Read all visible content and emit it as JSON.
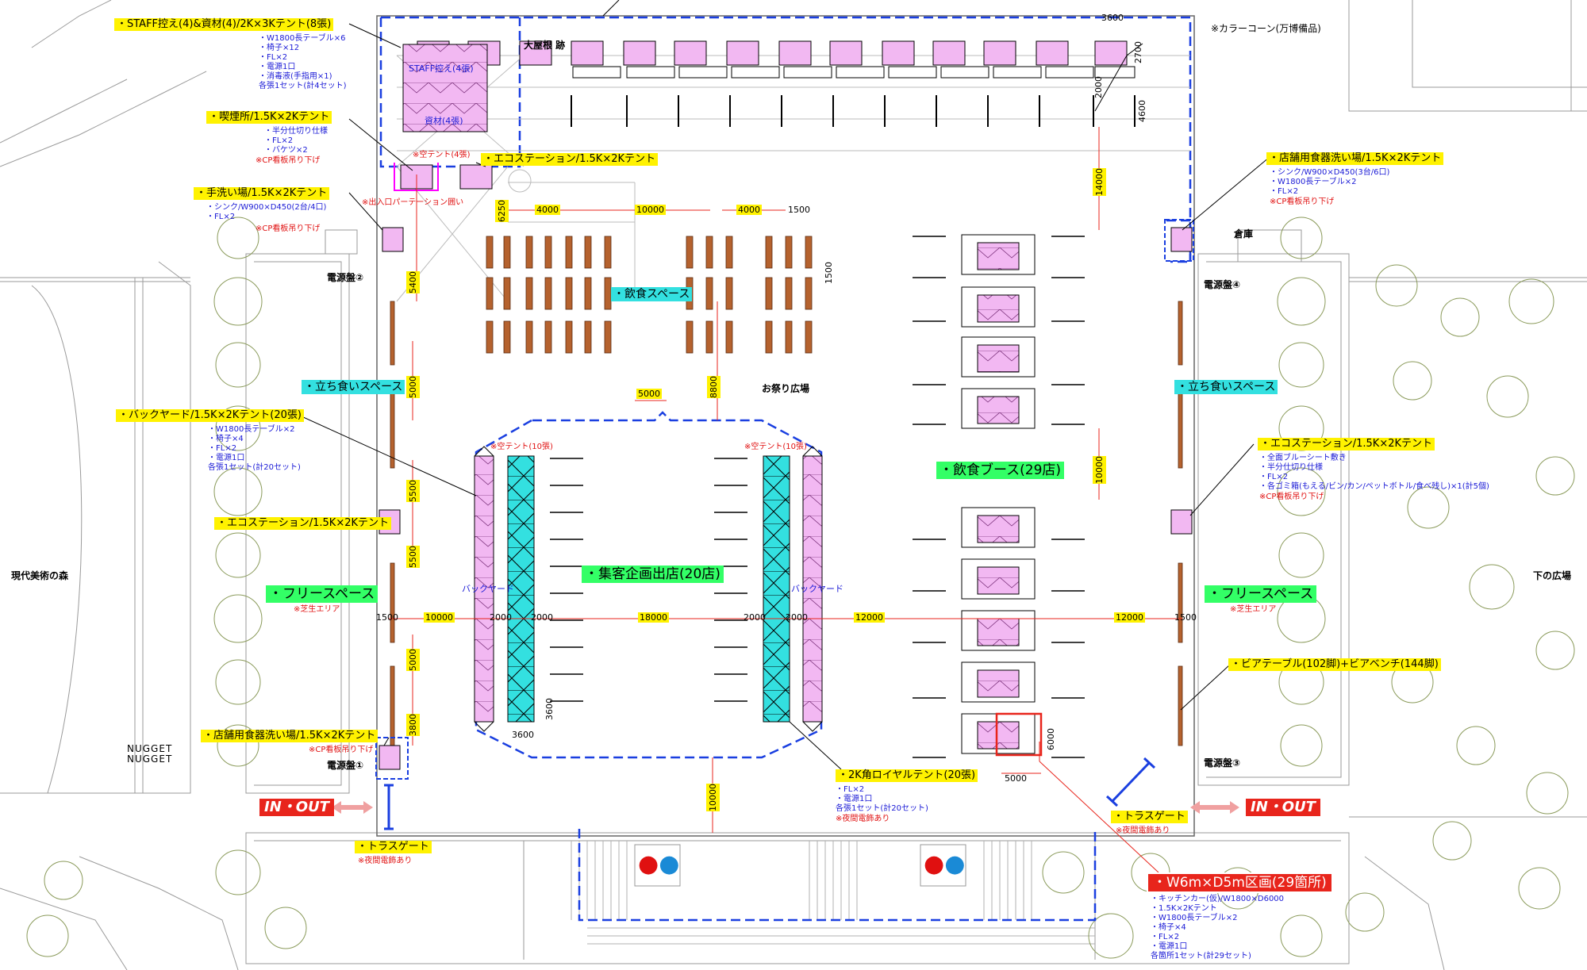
{
  "labels": {
    "staff": "・STAFF控え(4)&資材(4)/2K×3Kテント(8張)",
    "smoking": "・喫煙所/1.5K×2Kテント",
    "eco_top": "・エコステーション/1.5K×2Kテント",
    "handwash": "・手洗い場/1.5K×2Kテント",
    "backyard": "・バックヤード/1.5K×2Kテント(20張)",
    "eco_left": "・エコステーション/1.5K×2Kテント",
    "shop_wash_left": "・店舗用食器洗い場/1.5K×2Kテント",
    "shop_wash_right": "・店舗用食器洗い場/1.5K×2Kテント",
    "eco_right": "・エコステーション/1.5K×2Kテント",
    "beer": "・ビアテーブル(102脚)+ビアベンチ(144脚)",
    "royal": "・2K角ロイヤルテント(20張)",
    "truss_left": "・トラスゲート",
    "truss_right": "・トラスゲート"
  },
  "cyan_labels": {
    "eating_space": "・飲食スペース",
    "standing_left": "・立ち食いスペース",
    "standing_right": "・立ち食いスペース"
  },
  "green_labels": {
    "booth": "・飲食ブース(29店)",
    "attract": "・集客企画出店(20店)",
    "free_left": "・フリースペース",
    "free_right": "・フリースペース"
  },
  "red_labels": {
    "in_out_left": "IN・OUT",
    "in_out_right": "IN・OUT",
    "zone": "・W6m×D5m区画(29箇所)"
  },
  "notes": {
    "staff": [
      "・W1800長テーブル×6",
      "・椅子×12",
      "・FL×2",
      "・電源1口",
      "・消毒液(手指用×1)",
      "各張1セット(計4セット)"
    ],
    "smoking": [
      "・半分仕切り仕様",
      "・FL×2",
      "・バケツ×2"
    ],
    "smoking_red": "※CP看板吊り下げ",
    "handwash": [
      "・シンク/W900×D450(2台/4口)",
      "・FL×2"
    ],
    "handwash_red": "※CP看板吊り下げ",
    "backyard": [
      "・W1800長テーブル×2",
      "・椅子×4",
      "・FL×2",
      "・電源1口",
      "各張1セット(計20セット)"
    ],
    "shop_wash_left_red": "※CP看板吊り下げ",
    "shop_wash_right": [
      "・シンク/W900×D450(3台/6口)",
      "・W1800長テーブル×2",
      "・FL×2"
    ],
    "shop_wash_right_red": "※CP看板吊り下げ",
    "eco_right": [
      "・全面ブルーシート敷き",
      "・半分仕切り仕様",
      "・FL×2",
      "・各ゴミ箱(もえる/ビン/カン/ペットボトル/食べ残し)×1(計5個)"
    ],
    "eco_right_red": "※CP看板吊り下げ",
    "royal": [
      "・FL×2",
      "・電源1口",
      "各張1セット(計20セット)"
    ],
    "royal_red": "※夜間電飾あり",
    "zone": [
      "・キッチンカー(仮)/W1800×D6000",
      "・1.5K×2Kテント",
      "・W1800長テーブル×2",
      "・椅子×4",
      "・FL×2",
      "・電源1口",
      "各箇所1セット(計29セット)"
    ],
    "truss_left_red": "※夜間電飾あり",
    "truss_right_red": "※夜間電飾あり",
    "free_left_red": "※芝生エリア",
    "free_right_red": "※芝生エリア",
    "entrance_red": "※出入口パーテーション囲い",
    "empty_tent_top": "※空テント(4張)",
    "empty_tent_left": "※空テント(10張)",
    "empty_tent_right": "※空テント(10張)",
    "color_cone": "※カラーコーン(万博備品)"
  },
  "texts": {
    "roof": "大屋根 跡",
    "staff_tent": "STAFF控え(4張)",
    "material_tent": "資材(4張)",
    "festival": "お祭り広場",
    "warehouse": "倉庫",
    "power2": "電源盤②",
    "power4": "電源盤④",
    "power1": "電源盤①",
    "power3": "電源盤③",
    "backyard_left": "バックヤード",
    "backyard_right": "バックヤード",
    "forest": "現代美術の森",
    "lower_plaza": "下の広場",
    "nugget1": "NUGGET",
    "nugget2": "NUGGET"
  },
  "dims": {
    "d3600_top": "3600",
    "d2700": "2700",
    "d2000": "2000",
    "d4600": "4600",
    "d14000": "14000",
    "d6250": "6250",
    "d4000a": "4000",
    "d10000_top": "10000",
    "d4000b": "4000",
    "d1500_top": "1500",
    "d1500_v": "1500",
    "d5400": "5400",
    "d5000_left": "5000",
    "d8800": "8800",
    "d5000_top": "5000",
    "d10000_right": "10000",
    "d5500a": "5500",
    "d5500b": "5500",
    "d5000_left2": "5000",
    "d3800": "3800",
    "d1500_left": "1500",
    "d10000_left": "10000",
    "d2000a": "2000",
    "d2000b": "2000",
    "d18000": "18000",
    "d2000c": "2000",
    "d2000d": "2000",
    "d12000a": "12000",
    "d12000b": "12000",
    "d1500_right": "1500",
    "d3600_bot": "3600",
    "d3600_v": "3600",
    "d10000_bot": "10000",
    "d6000": "6000",
    "d5000_bot": "5000"
  },
  "colors": {
    "pink": "#f2b8f2",
    "cyan": "#33e0e0",
    "blue_dash": "#1a3fe0",
    "brown": "#b5622e",
    "red": "#e8251c",
    "yellow": "#fff200"
  }
}
